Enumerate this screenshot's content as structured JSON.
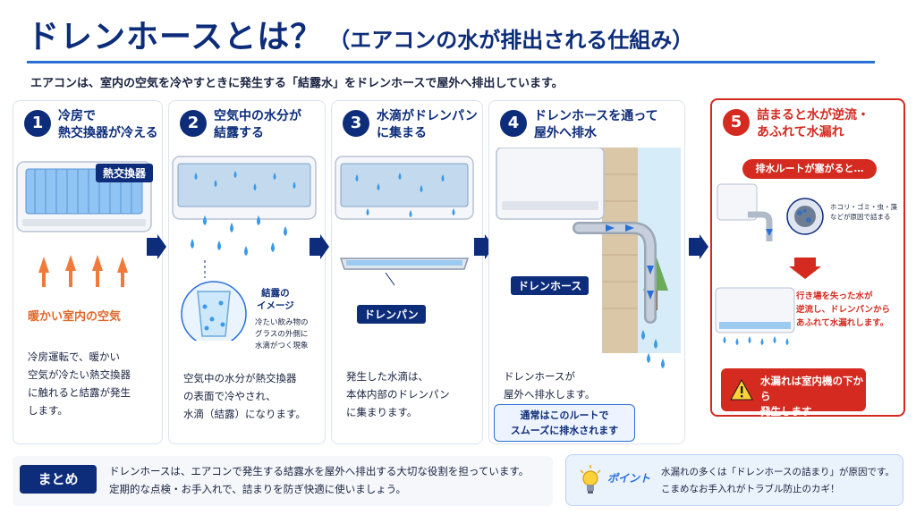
{
  "header": {
    "title": "ドレンホースとは？",
    "subtitle": "（エアコンの水が排出される仕組み）",
    "intro": "エアコンは、室内の空気を冷やすときに発生する「結露水」をドレンホースで屋外へ排出しています。"
  },
  "steps": [
    {
      "number": "1",
      "heading": "冷房で\n熱交換器が冷える",
      "tag": "熱交換器",
      "warm_air_label": "暖かい室内の空気",
      "body": "冷房運転で、暖かい\n空気が冷たい熱交換器\nに触れると結露が発生\nします。"
    },
    {
      "number": "2",
      "heading": "空気中の水分が\n結露する",
      "callout_title": "結露の\nイメージ",
      "callout_text": "冷たい飲み物の\nグラスの外側に\n水滴がつく現象",
      "body": "空気中の水分が熱交換器\nの表面で冷やされ、\n水滴（結露）になります。"
    },
    {
      "number": "3",
      "heading": "水滴がドレンパン\nに集まる",
      "tag": "ドレンパン",
      "body": "発生した水滴は、\n本体内部のドレンパン\nに集まります。"
    },
    {
      "number": "4",
      "heading": "ドレンホースを通って\n屋外へ排水",
      "tag": "ドレンホース",
      "body": "ドレンホースが\n屋外へ排水します。",
      "route_note": "通常はこのルートで\nスムーズに排水されます"
    },
    {
      "number": "5",
      "heading": "詰まると水が逆流・\nあふれて水漏れ",
      "clog_label": "排水ルートが塞がると…",
      "clog_detail": "ホコリ・ゴミ・虫・藻\nなどが原因で詰まる",
      "backflow_text": "行き場を失った水が\n逆流し、ドレンパンから\nあふれて水漏れします。",
      "warning_text": "水漏れは室内機の下から\n発生します"
    }
  ],
  "summary": {
    "badge": "まとめ",
    "text": "ドレンホースは、エアコンで発生する結露水を屋外へ排出する大切な役割を担っています。\n定期的な点検・お手入れで、詰まりを防ぎ快適に使いましょう。"
  },
  "point": {
    "label": "ポイント",
    "text": "水漏れの多くは「ドレンホースの詰まり」が原因です。\nこまめなお手入れがトラブル防止のカギ！"
  },
  "colors": {
    "navy": "#0d2d7a",
    "blue": "#2a6fd6",
    "red": "#d42a20",
    "water": "#3b9ae8",
    "warm": "#f07a3a"
  }
}
